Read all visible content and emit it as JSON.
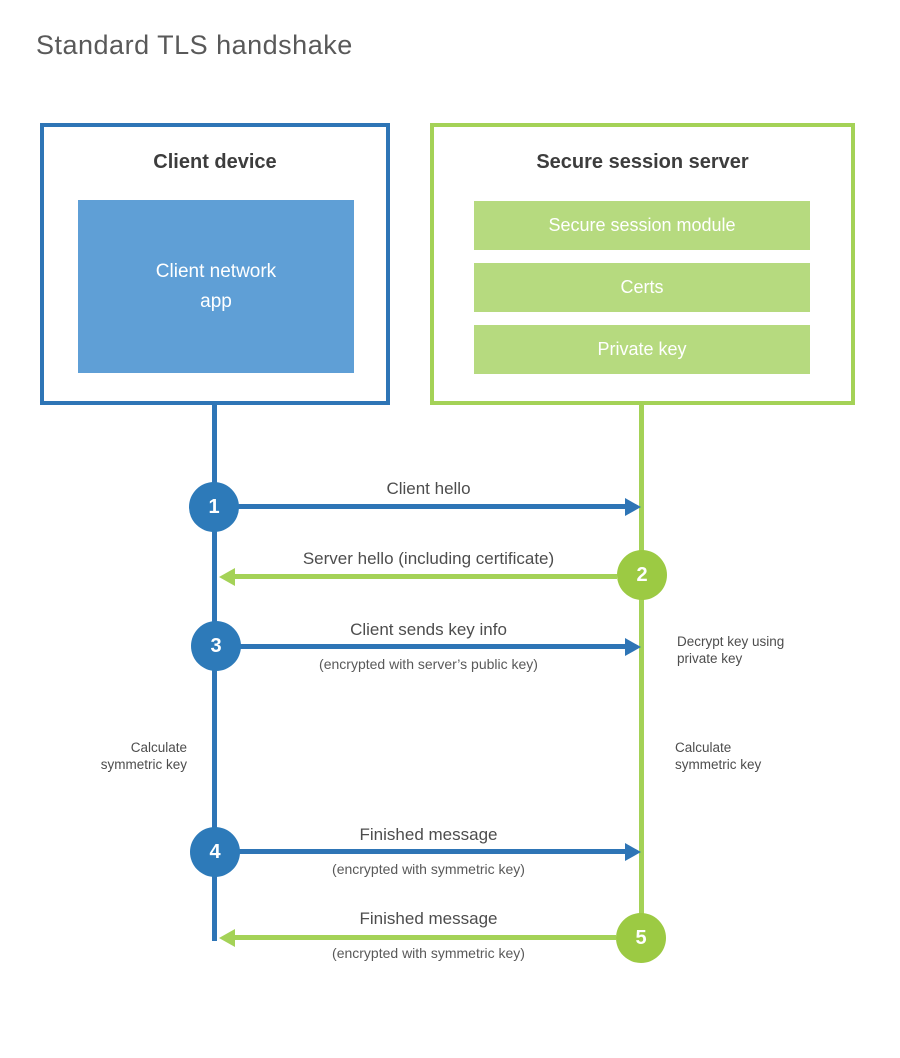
{
  "title": "Standard TLS handshake",
  "colors": {
    "blue_stroke": "#2e75b6",
    "blue_fill": "#5f9fd6",
    "blue_circle": "#2d7ab9",
    "green_stroke": "#a4d257",
    "green_fill": "#b6da7f",
    "green_circle": "#9cca43",
    "title_gray": "#595959",
    "heading_dark": "#3d3d3d",
    "label_gray": "#4d4d4d"
  },
  "client": {
    "title": "Client device",
    "app_label": "Client network\napp"
  },
  "server": {
    "title": "Secure session server",
    "modules": [
      "Secure session module",
      "Certs",
      "Private key"
    ]
  },
  "messages": [
    {
      "num": "1",
      "direction": "right",
      "label": "Client hello",
      "sublabel": ""
    },
    {
      "num": "2",
      "direction": "left",
      "label": "Server hello (including certificate)",
      "sublabel": ""
    },
    {
      "num": "3",
      "direction": "right",
      "label": "Client sends key info",
      "sublabel": "(encrypted with server’s public key)"
    },
    {
      "num": "4",
      "direction": "right",
      "label": "Finished message",
      "sublabel": "(encrypted with symmetric key)"
    },
    {
      "num": "5",
      "direction": "left",
      "label": "Finished message",
      "sublabel": "(encrypted with symmetric key)"
    }
  ],
  "notes": {
    "decrypt": "Decrypt key using\nprivate key",
    "calc_left": "Calculate\nsymmetric key",
    "calc_right": "Calculate\nsymmetric key"
  }
}
